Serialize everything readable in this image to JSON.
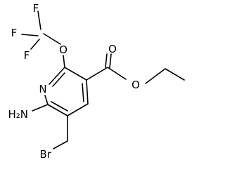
{
  "molecule": {
    "atoms": {
      "f_top": "F",
      "f_left": "F",
      "f_mid": "F",
      "o_ether": "O",
      "n_ring": "N",
      "o_carbonyl": "O",
      "o_ester": "O",
      "amino": "H₂N",
      "bromine": "Br"
    }
  }
}
